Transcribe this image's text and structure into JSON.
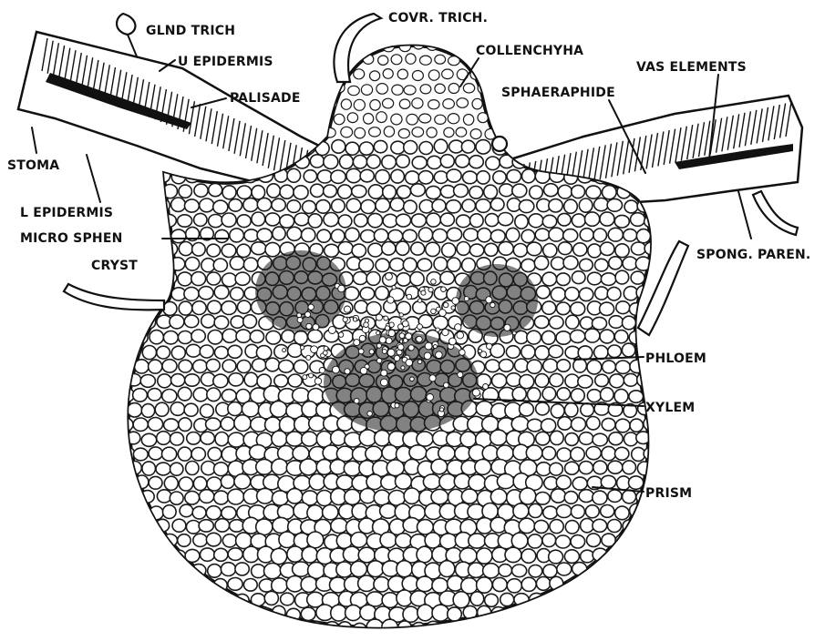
{
  "labels": {
    "glnd_trich": "GLND TRICH",
    "u_epidermis": "U EPIDERMIS",
    "palisade": "PALISADE",
    "stoma": "STOMA",
    "l_epidermis": "L EPIDERMIS",
    "micro_sphen": "MICRO SPHEN",
    "cryst": "CRYST",
    "covr_trich": "COVR. TRICH.",
    "collenchyma": "COLLENCHYHA",
    "sphaeraphide": "SPHAERAPHIDE",
    "vas_elements": "VAS ELEMENTS",
    "spong_paren": "SPONG. PAREN.",
    "phloem": "PHLOEM",
    "xylem": "XYLEM",
    "prism": "PRISM"
  },
  "colors": {
    "ink": "#111111",
    "paper": "#ffffff"
  }
}
